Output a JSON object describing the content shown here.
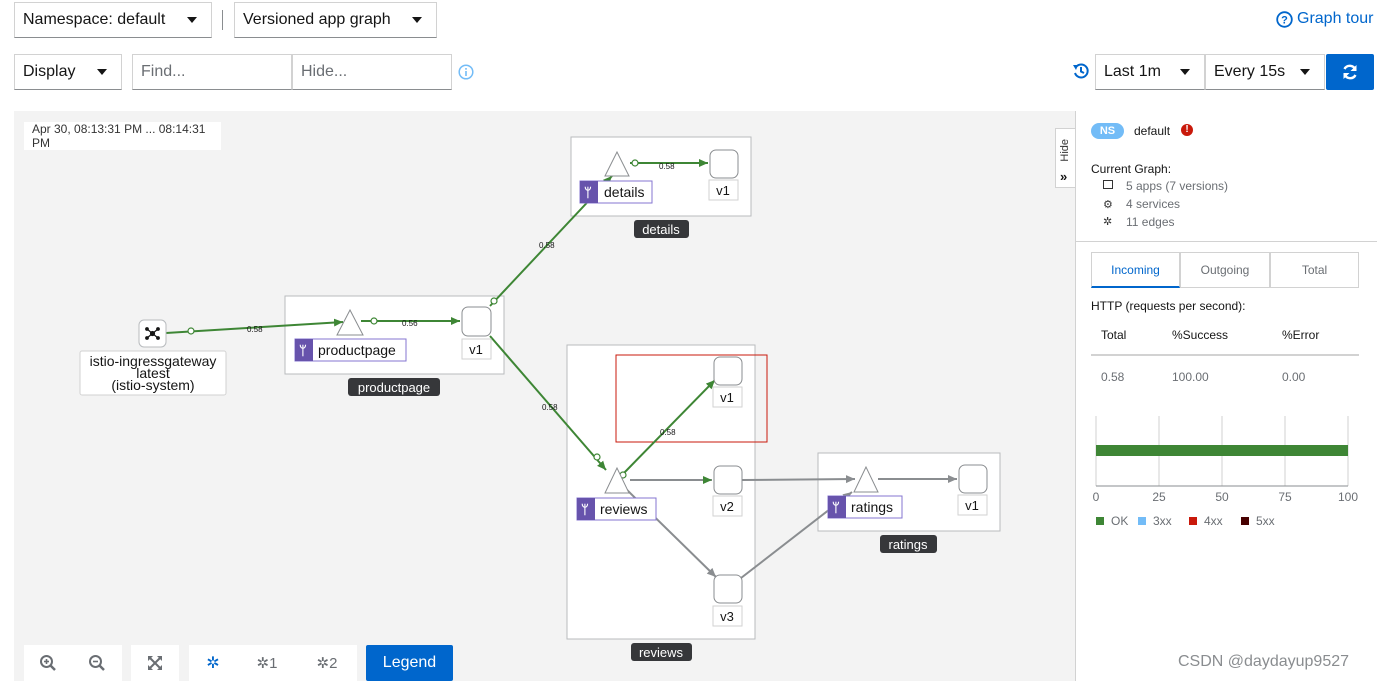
{
  "toolbar": {
    "namespace_label": "Namespace: default",
    "graph_type": "Versioned app graph",
    "graph_tour": "Graph tour",
    "display": "Display",
    "find_placeholder": "Find...",
    "hide_placeholder": "Hide...",
    "time_range": "Last 1m",
    "refresh_interval": "Every 15s"
  },
  "graph": {
    "timestamp": "Apr 30, 08:13:31 PM ... 08:14:31 PM",
    "gateway": {
      "line1": "istio-ingressgateway",
      "line2": "latest",
      "line3": "(istio-system)"
    },
    "apps": {
      "details": {
        "name": "details",
        "box": "details",
        "version": "v1"
      },
      "productpage": {
        "name": "productpage",
        "box": "productpage",
        "version": "v1"
      },
      "reviews": {
        "name": "reviews",
        "box": "reviews",
        "v1": "v1",
        "v2": "v2",
        "v3": "v3"
      },
      "ratings": {
        "name": "ratings",
        "box": "ratings",
        "version": "v1"
      }
    },
    "edge_labels": {
      "gw_to_productpage": "0.58",
      "productpage_internal": "0.56",
      "productpage_to_details": "0.58",
      "details_internal": "0.58",
      "productpage_to_reviews": "0.58",
      "reviews_to_v1": "0.58"
    },
    "hide_tab": "Hide"
  },
  "side_panel": {
    "ns_badge": "NS",
    "namespace": "default",
    "current_graph_label": "Current Graph:",
    "apps": "5 apps (7 versions)",
    "services": "4 services",
    "edges": "11 edges",
    "tabs": [
      "Incoming",
      "Outgoing",
      "Total"
    ],
    "http_title": "HTTP (requests per second):",
    "table": {
      "headers": [
        "Total",
        "%Success",
        "%Error"
      ],
      "values": [
        "0.58",
        "100.00",
        "0.00"
      ]
    },
    "bar_ticks": [
      "0",
      "25",
      "50",
      "75",
      "100"
    ],
    "bar_ok_percent": 100,
    "legend": [
      "OK",
      "3xx",
      "4xx",
      "5xx"
    ],
    "colors": {
      "ok": "#3e8635",
      "3xx": "#73bcf7",
      "4xx": "#c9190b",
      "5xx": "#470000"
    }
  },
  "bottom_toolbar": {
    "layout1": "1",
    "layout2": "2",
    "legend": "Legend"
  },
  "watermark": "CSDN @daydayup9527"
}
